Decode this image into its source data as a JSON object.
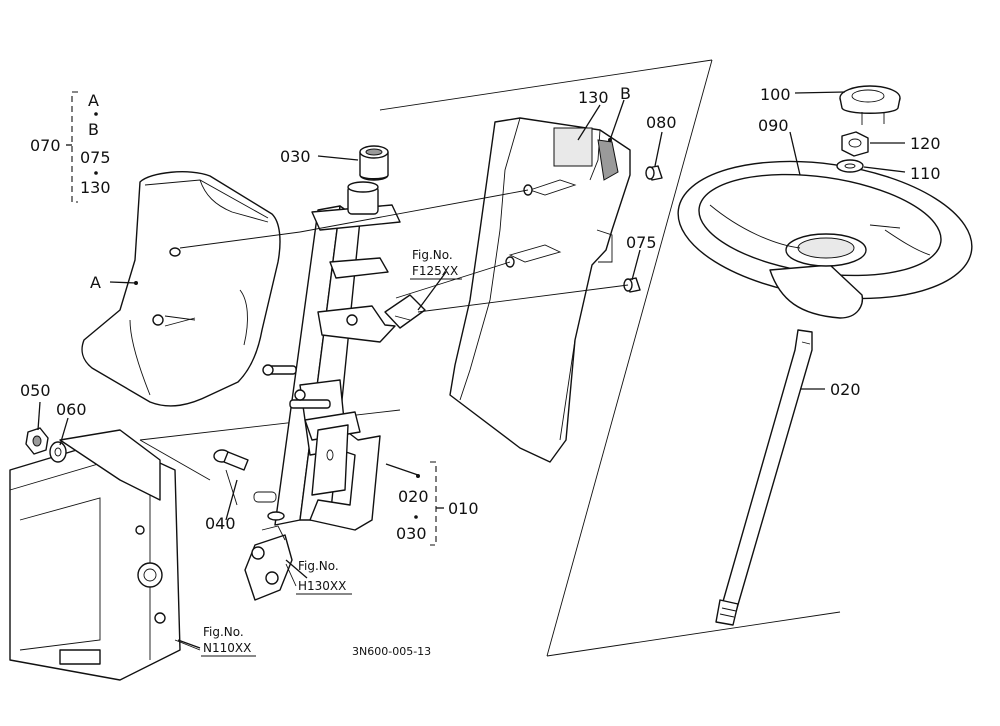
{
  "drawing_code": "3N600-005-13",
  "refs": {
    "fig_f125": [
      "Fig.No.",
      "F125XX"
    ],
    "fig_h130": [
      "Fig.No.",
      "H130XX"
    ],
    "fig_n110": [
      "Fig.No.",
      "N110XX"
    ]
  },
  "callouts": {
    "c070": "070",
    "g070_a": "A",
    "g070_b": "B",
    "g070_075": "075",
    "g070_130": "130",
    "a_side": "A",
    "c030_top": "030",
    "c130": "130",
    "b_label": "B",
    "c080": "080",
    "c075": "075",
    "c100": "100",
    "c090": "090",
    "c120": "120",
    "c110": "110",
    "c020_right": "020",
    "c050": "050",
    "c060": "060",
    "c040": "040",
    "g010_020": "020",
    "g010_030": "030",
    "c010": "010"
  }
}
